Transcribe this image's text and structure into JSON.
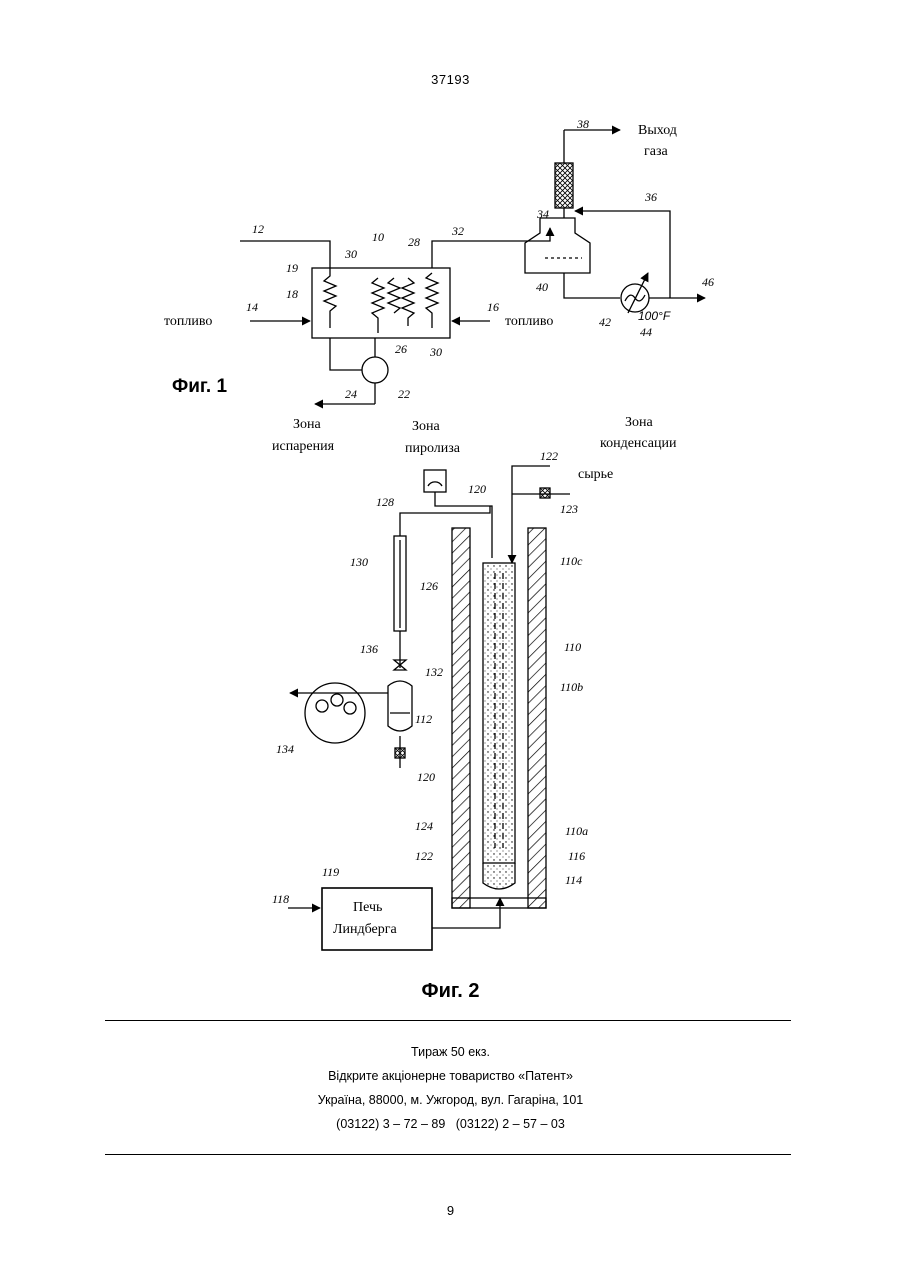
{
  "header": {
    "doc_number": "37193"
  },
  "figure1": {
    "caption": "Фиг. 1",
    "labels": {
      "gas_out_line1": "Выход",
      "gas_out_line2": "газа",
      "fuel_left": "топливо",
      "fuel_right": "топливо",
      "temp": "100°F",
      "zone_evap_line1": "Зона",
      "zone_evap_line2": "испарения",
      "zone_pyro_line1": "Зона",
      "zone_pyro_line2": "пиролиза",
      "zone_cond_line1": "Зона",
      "zone_cond_line2": "конденсации"
    },
    "refs": [
      "38",
      "34",
      "36",
      "12",
      "10",
      "28",
      "32",
      "19",
      "30",
      "18",
      "14",
      "16",
      "40",
      "42",
      "44",
      "46",
      "26",
      "22",
      "24"
    ]
  },
  "figure2": {
    "caption": "Фиг. 2",
    "labels": {
      "feed": "сырье",
      "furnace_line1": "Печь",
      "furnace_line2": "Линдберга"
    },
    "refs": [
      "122",
      "120",
      "128",
      "123",
      "130",
      "110c",
      "126",
      "110",
      "136",
      "132",
      "110b",
      "134",
      "112",
      "120",
      "124",
      "110a",
      "122",
      "116",
      "119",
      "114",
      "118"
    ]
  },
  "footer": {
    "lines": [
      "Тираж 50 екз.",
      "Відкрите акціонерне товариство «Патент»",
      "Україна, 88000, м. Ужгород, вул. Гагаріна, 101",
      "(03122) 3 – 72 – 89   (03122) 2 – 57 – 03"
    ],
    "page_number": "9"
  }
}
